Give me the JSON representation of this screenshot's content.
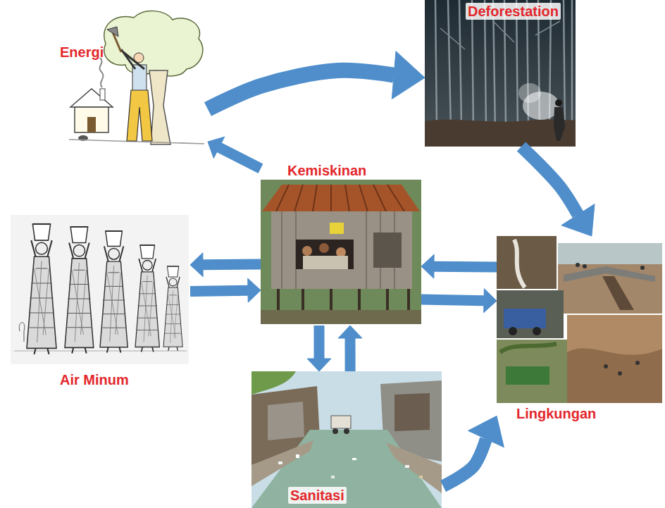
{
  "diagram": {
    "nodes": [
      {
        "text": [
          "Energi"
        ]
      },
      {
        "text": [
          "Deforestation"
        ]
      },
      {
        "text": [
          "Kemiskinan"
        ]
      },
      {
        "text": [
          "Air Minum"
        ]
      },
      {
        "text": [
          "Lingkungan"
        ]
      },
      {
        "text": [
          "Sanitasi"
        ]
      }
    ],
    "edges": [
      {
        "from": 0,
        "to": 1,
        "arrow": "to"
      },
      {
        "from": 1,
        "to": 4,
        "arrow": "to"
      },
      {
        "from": 2,
        "to": 0,
        "arrow": "to"
      },
      {
        "from": 2,
        "to": 3,
        "arrow": "to"
      },
      {
        "from": 3,
        "to": 2,
        "arrow": "to"
      },
      {
        "from": 4,
        "to": 2,
        "arrow": "to"
      },
      {
        "from": 2,
        "to": 4,
        "arrow": "to"
      },
      {
        "from": 2,
        "to": 5,
        "arrow": "to"
      },
      {
        "from": 5,
        "to": 2,
        "arrow": "to"
      },
      {
        "from": 5,
        "to": 4,
        "arrow": "to"
      }
    ]
  }
}
